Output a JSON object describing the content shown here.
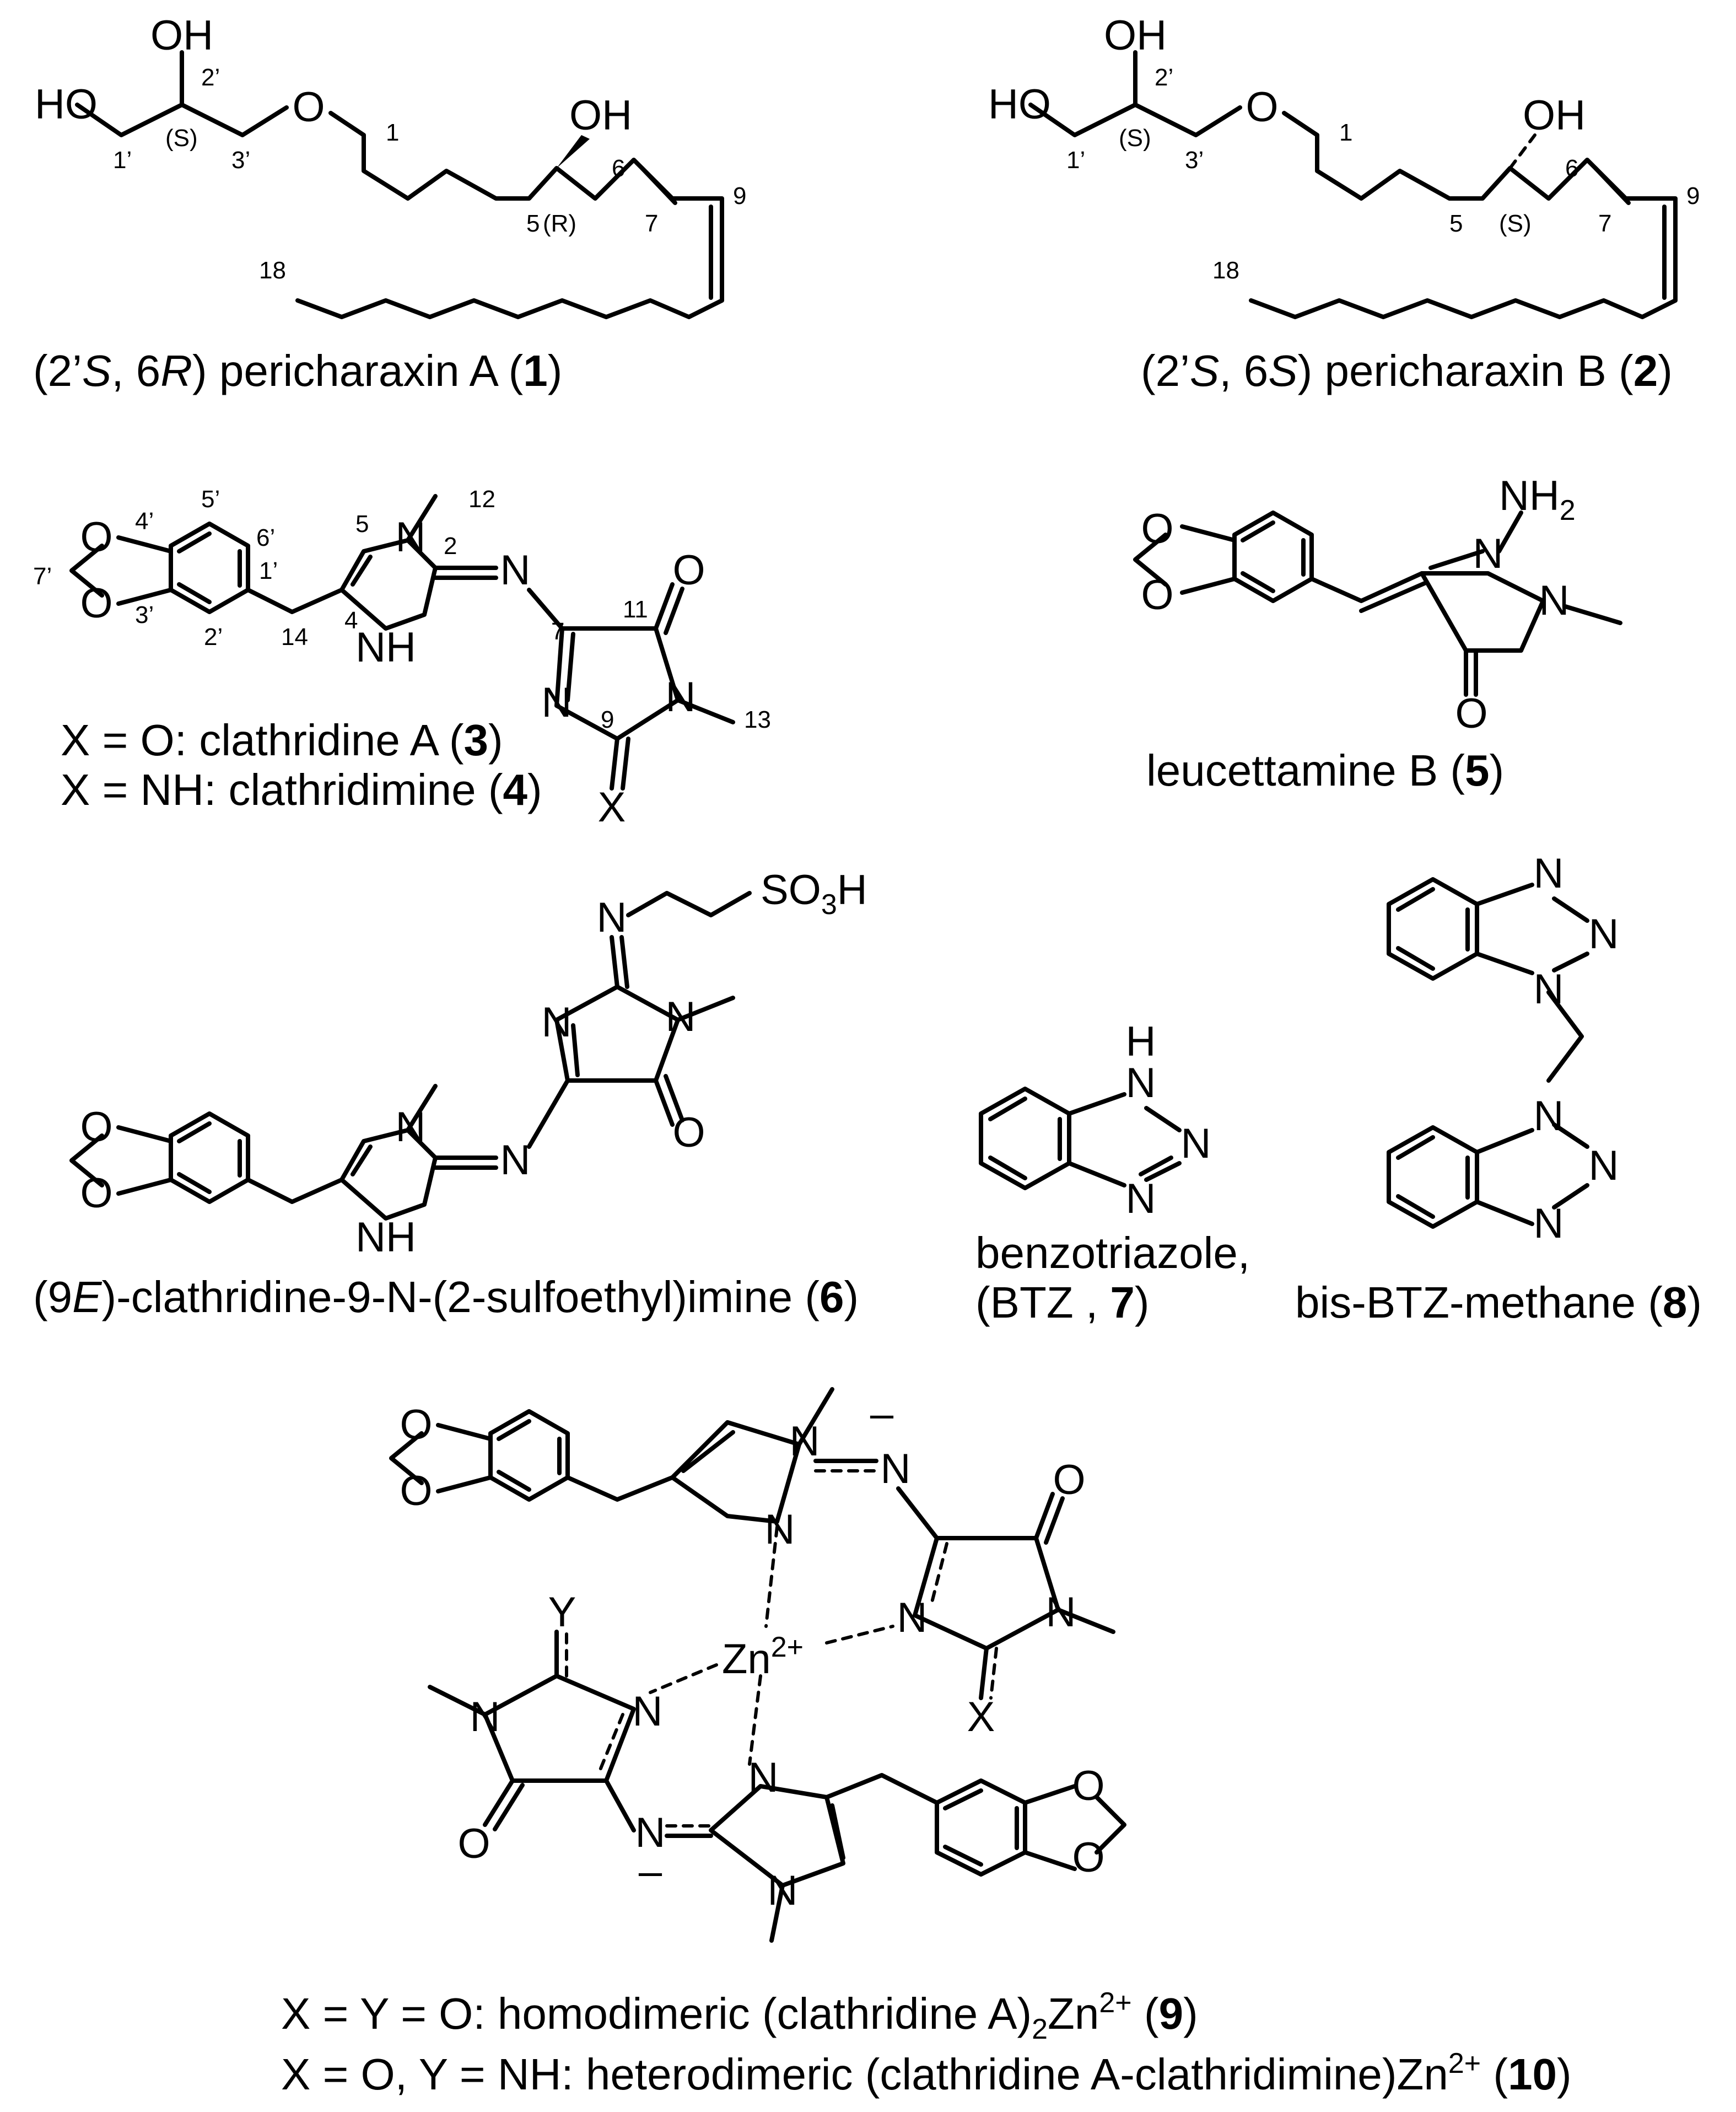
{
  "atoms": {
    "OH": "OH",
    "HO": "HO",
    "O": "O",
    "N": "N",
    "NH": "NH",
    "H": "H",
    "X": "X",
    "Y": "Y",
    "NH2": "NH",
    "sub2": "2",
    "SO3H_a": "SO",
    "SO3H_b": "3",
    "SO3H_c": "H",
    "Zn": "Zn",
    "Zn_charge": "2+",
    "minus": "–",
    "S_label": "(S)",
    "R_label": "(R)"
  },
  "compound1": {
    "locants": [
      "2’",
      "1’",
      "3’",
      "1",
      "6",
      "5",
      "7",
      "9",
      "18"
    ],
    "caption": {
      "pre": "(2’",
      "s1": "S",
      "mid": ", 6",
      "s2": "R",
      "post": ") pericharaxin A (",
      "num": "1",
      "end": ")"
    }
  },
  "compound2": {
    "locants": [
      "2’",
      "1’",
      "3’",
      "1",
      "6",
      "5",
      "7",
      "9",
      "18"
    ],
    "caption": {
      "pre": "(2’",
      "s1": "S",
      "mid": ", 6",
      "s2": "S",
      "post": ") pericharaxin B (",
      "num": "2",
      "end": ")"
    }
  },
  "compound3": {
    "locants": [
      "5’",
      "4’",
      "6’",
      "7’",
      "3’",
      "2’",
      "1’",
      "14",
      "4",
      "5",
      "2",
      "12",
      "7",
      "11",
      "9",
      "13"
    ],
    "caption_a": {
      "pre": "X = O: clathridine A (",
      "num": "3",
      "end": ")"
    },
    "caption_b": {
      "pre": "X = NH: clathridimine (",
      "num": "4",
      "end": ")"
    }
  },
  "compound5": {
    "caption": {
      "pre": "leucettamine B (",
      "num": "5",
      "end": ")"
    }
  },
  "compound6": {
    "caption": {
      "pre": "(9",
      "it": "E",
      "post": ")-clathridine-9-N-(2-sulfoethyl)imine (",
      "num": "6",
      "end": ")"
    }
  },
  "compound7": {
    "caption_a": "benzotriazole,",
    "caption_b": {
      "pre": "(BTZ , ",
      "num": "7",
      "end": ")"
    }
  },
  "compound8": {
    "caption": {
      "pre": "bis-BTZ-methane (",
      "num": "8",
      "end": ")"
    }
  },
  "compound9": {
    "caption_a": {
      "pre": "X = Y = O: homodimeric (clathridine A)",
      "sub": "2",
      "mid": "Zn",
      "sup": "2+",
      "post": " (",
      "num": "9",
      "end": ")"
    },
    "caption_b": {
      "pre": "X = O, Y = NH: heterodimeric (clathridine A-clathridimine)Zn",
      "sup": "2+",
      "post": " (",
      "num": "10",
      "end": ")"
    }
  }
}
